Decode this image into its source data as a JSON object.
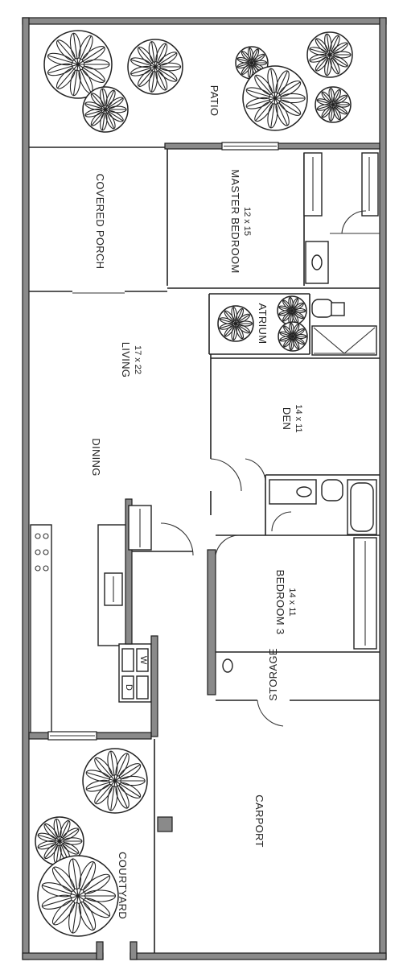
{
  "rooms": {
    "patio": {
      "name": "PATIO"
    },
    "covered_porch": {
      "name": "COVERED PORCH"
    },
    "master_bedroom": {
      "name": "MASTER BEDROOM",
      "size": "12 x 15"
    },
    "atrium": {
      "name": "ATRIUM"
    },
    "living": {
      "name": "LIVING",
      "size": "17 x 22"
    },
    "den": {
      "name": "DEN",
      "size": "14 x 11"
    },
    "dining": {
      "name": "DINING"
    },
    "bedroom3": {
      "name": "BEDROOM 3",
      "size": "14 x 11"
    },
    "storage": {
      "name": "STORAGE"
    },
    "courtyard": {
      "name": "COURTYARD"
    },
    "carport": {
      "name": "CARPORT"
    }
  },
  "appliances": {
    "dishwasher": "D",
    "washer": "W"
  },
  "colors": {
    "wall_fill": "#8a8a8a",
    "ink": "#222222",
    "background": "#ffffff"
  }
}
